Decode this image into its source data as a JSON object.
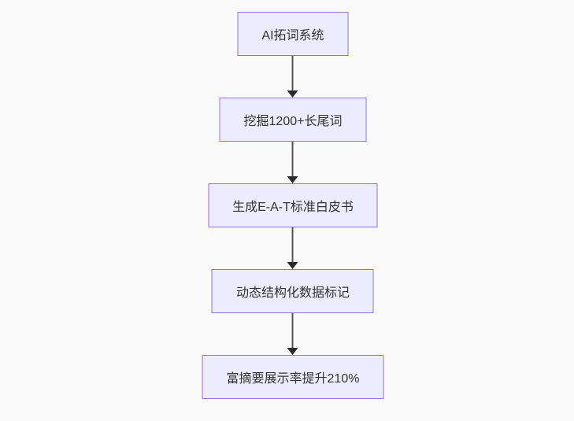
{
  "theme": {
    "bg_color": "#fafafa",
    "node_fill": "#ECECFF",
    "node_border": "#9370DB",
    "text_color": "#333333",
    "arrow_line_color": "#555555",
    "arrow_head_color": "#2b2b2b"
  },
  "diagram": {
    "type": "flowchart",
    "direction": "top-down",
    "nodes": [
      {
        "id": "node-1",
        "label": "AI拓词系统"
      },
      {
        "id": "node-2",
        "label": "挖掘1200+长尾词"
      },
      {
        "id": "node-3",
        "label": "生成E-A-T标准白皮书"
      },
      {
        "id": "node-4",
        "label": "动态结构化数据标记"
      },
      {
        "id": "node-5",
        "label": "富摘要展示率提升210%"
      }
    ],
    "edges": [
      {
        "from": "node-1",
        "to": "node-2"
      },
      {
        "from": "node-2",
        "to": "node-3"
      },
      {
        "from": "node-3",
        "to": "node-4"
      },
      {
        "from": "node-4",
        "to": "node-5"
      }
    ]
  }
}
